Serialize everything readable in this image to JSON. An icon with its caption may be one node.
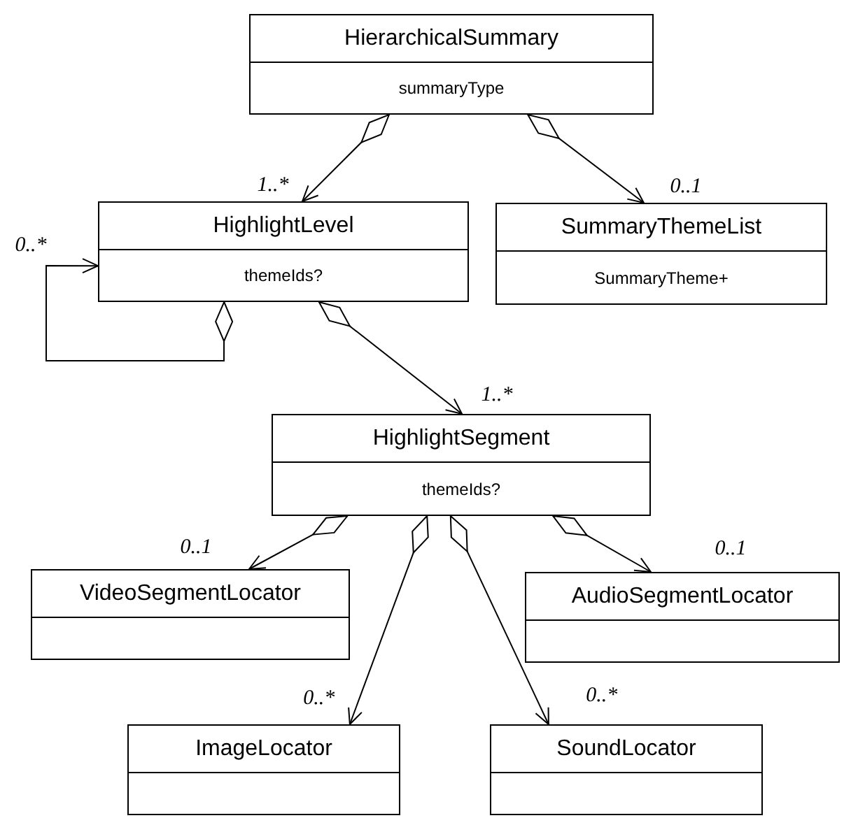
{
  "diagram": {
    "nodes": [
      {
        "text": [
          "HierarchicalSummary",
          "summaryType"
        ]
      },
      {
        "text": [
          "HighlightLevel",
          "themeIds?"
        ]
      },
      {
        "text": [
          "SummaryThemeList",
          "SummaryTheme+"
        ]
      },
      {
        "text": [
          "HighlightSegment",
          "themeIds?"
        ]
      },
      {
        "text": [
          "VideoSegmentLocator"
        ]
      },
      {
        "text": [
          "AudioSegmentLocator"
        ]
      },
      {
        "text": [
          "ImageLocator"
        ]
      },
      {
        "text": [
          "SoundLocator"
        ]
      }
    ],
    "edges": [
      {
        "from": 0,
        "to": 1,
        "arrow": "to",
        "label": "1..*"
      },
      {
        "from": 0,
        "to": 2,
        "arrow": "to",
        "label": "0..1"
      },
      {
        "from": 1,
        "to": 1,
        "arrow": "to",
        "label": "0..*"
      },
      {
        "from": 1,
        "to": 3,
        "arrow": "to",
        "label": "1..*"
      },
      {
        "from": 3,
        "to": 4,
        "arrow": "to",
        "label": "0..1"
      },
      {
        "from": 3,
        "to": 5,
        "arrow": "to",
        "label": "0..1"
      },
      {
        "from": 3,
        "to": 6,
        "arrow": "to",
        "label": "0..*"
      },
      {
        "from": 3,
        "to": 7,
        "arrow": "to",
        "label": "0..*"
      }
    ]
  }
}
